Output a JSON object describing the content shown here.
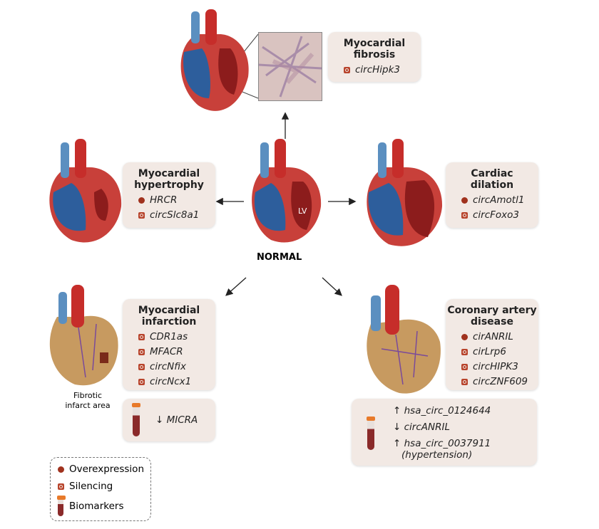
{
  "center_label": "NORMAL",
  "center_heart_label": "LV",
  "fibrosis": {
    "title": "Myocardial fibrosis",
    "items": [
      {
        "type": "silencing",
        "name": "circHipk3"
      }
    ]
  },
  "hypertrophy": {
    "title": "Myocardial hypertrophy",
    "items": [
      {
        "type": "overexpression",
        "name": "HRCR"
      },
      {
        "type": "silencing",
        "name": "circSlc8a1"
      }
    ]
  },
  "dilation": {
    "title": "Cardiac dilation",
    "items": [
      {
        "type": "overexpression",
        "name": "circAmotl1"
      },
      {
        "type": "silencing",
        "name": "circFoxo3"
      }
    ]
  },
  "infarction": {
    "title": "Myocardial infarction",
    "items": [
      {
        "type": "silencing",
        "name": "CDR1as"
      },
      {
        "type": "silencing",
        "name": "MFACR"
      },
      {
        "type": "silencing",
        "name": "circNfix"
      },
      {
        "type": "silencing",
        "name": "circNcx1"
      }
    ],
    "biomarkers": [
      {
        "arrow": "↓",
        "name": "MICRA"
      }
    ],
    "annotation": "Fibrotic infarct area"
  },
  "cad": {
    "title": "Coronary artery disease",
    "items": [
      {
        "type": "overexpression",
        "name": "cirANRIL"
      },
      {
        "type": "silencing",
        "name": "cirLrp6"
      },
      {
        "type": "silencing",
        "name": "circHIPK3"
      },
      {
        "type": "silencing",
        "name": "circZNF609"
      }
    ],
    "biomarkers": [
      {
        "arrow": "↑",
        "name": "hsa_circ_0124644"
      },
      {
        "arrow": "↓",
        "name": "circANRIL"
      },
      {
        "arrow": "↑",
        "name": "hsa_circ_0037911",
        "note": "(hypertension)"
      }
    ]
  },
  "legend": {
    "overexpression": "Overexpression",
    "silencing": "Silencing",
    "biomarkers": "Biomarkers"
  },
  "colors": {
    "box": "#f2e9e4",
    "marker": "#a0321e",
    "myocardium": "#c8403a",
    "ventricle": "#2d5e9c",
    "aorta": "#c62d2a"
  }
}
